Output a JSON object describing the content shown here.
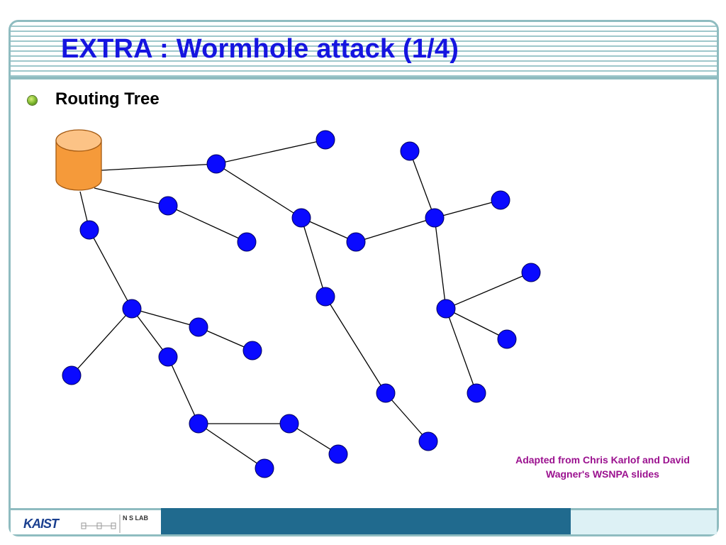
{
  "slide": {
    "title": "EXTRA : Wormhole attack (1/4)",
    "bullet": "Routing Tree",
    "citation_line1": "Adapted from Chris Karlof and David",
    "citation_line2": "Wagner's WSNPA slides"
  },
  "footer": {
    "logo_left": "KAIST",
    "logo_lab": "N S LAB"
  },
  "colors": {
    "title": "#1515e0",
    "node_fill": "#0a0aff",
    "base_station": "#f59a3a",
    "citation": "#9b118f",
    "footer_bar": "#206a8e",
    "frame": "#8fbcc0"
  }
}
